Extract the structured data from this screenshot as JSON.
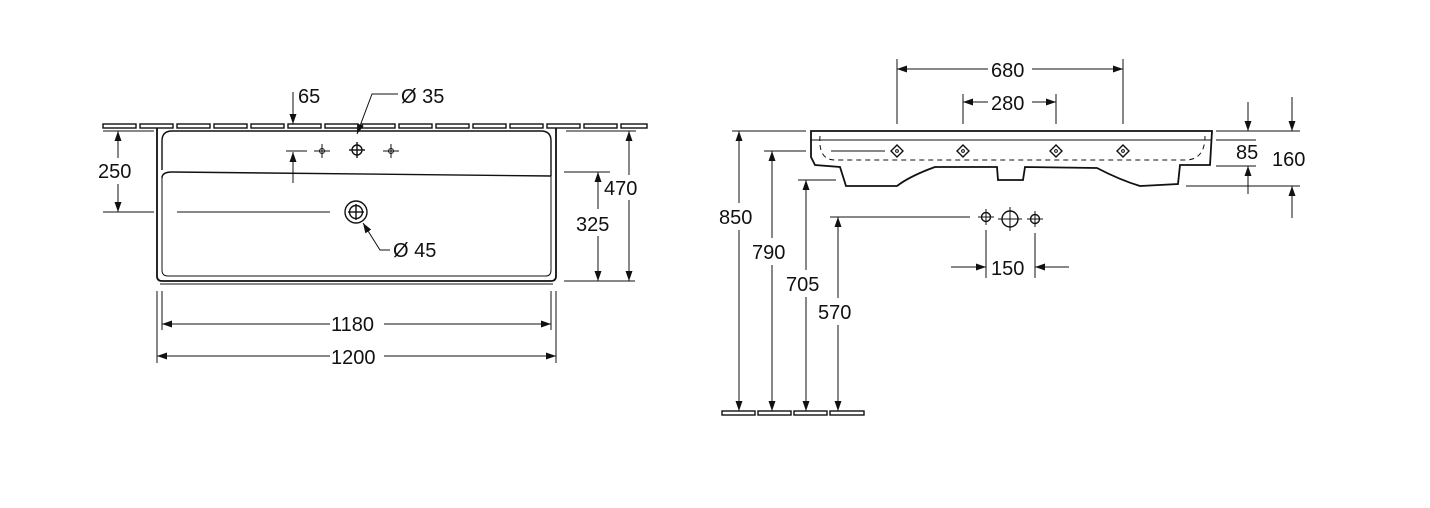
{
  "front_view": {
    "dim_65": "65",
    "dim_tap_hole": "Ø 35",
    "dim_250": "250",
    "dim_overflow": "Ø 45",
    "dim_325": "325",
    "dim_470": "470",
    "dim_1180": "1180",
    "dim_1200": "1200"
  },
  "side_view": {
    "dim_680": "680",
    "dim_280": "280",
    "dim_85": "85",
    "dim_160": "160",
    "dim_850": "850",
    "dim_790": "790",
    "dim_705": "705",
    "dim_570": "570",
    "dim_150": "150"
  }
}
